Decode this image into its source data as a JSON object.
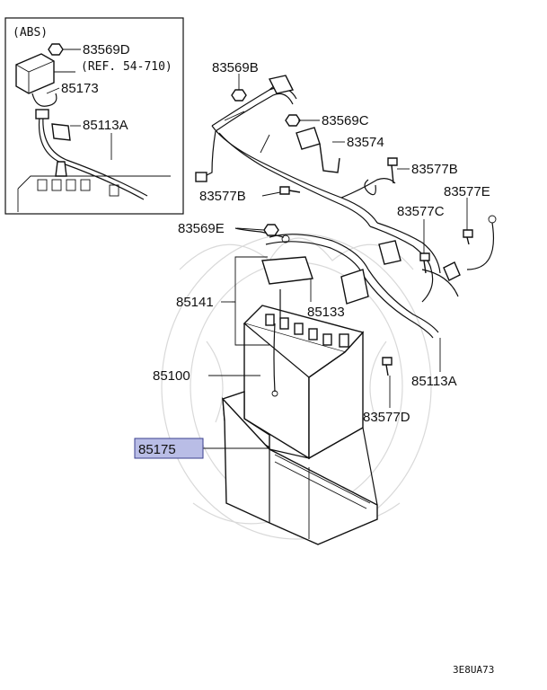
{
  "inset": {
    "title": "(ABS)",
    "ref_note": "(REF. 54-710)",
    "parts": [
      "83569D",
      "85173",
      "85113A"
    ]
  },
  "callouts": {
    "p83569B": "83569B",
    "p83569C": "83569C",
    "p83574": "83574",
    "p83577B_right": "83577B",
    "p83577B_left": "83577B",
    "p83577E": "83577E",
    "p83577C": "83577C",
    "p83569E": "83569E",
    "p85141": "85141",
    "p85133": "85133",
    "p85100": "85100",
    "p85113A": "85113A",
    "p83577D": "83577D",
    "p85175": "85175"
  },
  "highlighted_part": "85175",
  "diagram_code": "3E8UA73",
  "colors": {
    "highlight_fill": "#b9bde6",
    "highlight_border": "#3a3f8f",
    "line": "#111111"
  }
}
